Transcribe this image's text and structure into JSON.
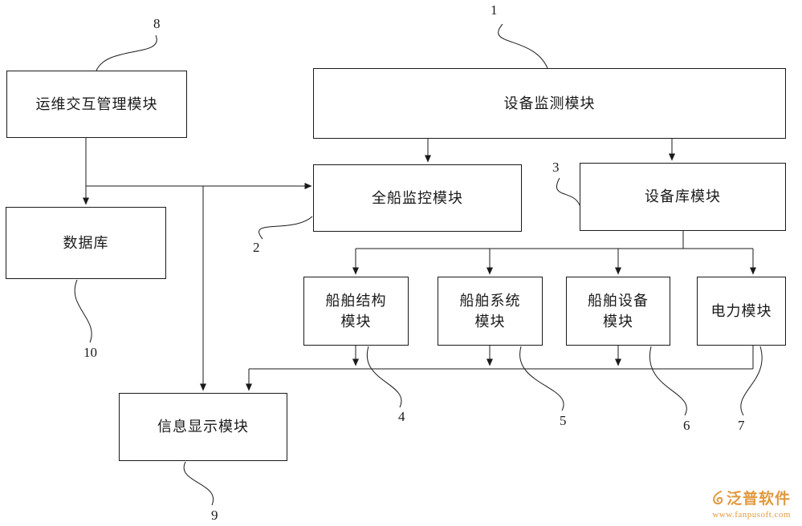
{
  "nodes": {
    "ops_mgmt": {
      "label": "运维交互管理模块",
      "ref": "8"
    },
    "device_monitor": {
      "label": "设备监测模块",
      "ref": "1"
    },
    "ship_monitor": {
      "label": "全船监控模块",
      "ref": "2"
    },
    "device_lib": {
      "label": "设备库模块",
      "ref": "3"
    },
    "database": {
      "label": "数据库",
      "ref": "10"
    },
    "ship_structure": {
      "label": "船舶结构\n模块",
      "ref": "4"
    },
    "ship_system": {
      "label": "船舶系统\n模块",
      "ref": "5"
    },
    "ship_equipment": {
      "label": "船舶设备\n模块",
      "ref": "6"
    },
    "power": {
      "label": "电力模块",
      "ref": "7"
    },
    "info_display": {
      "label": "信息显示模块",
      "ref": "9"
    }
  },
  "watermark": {
    "brand": "泛普软件",
    "url": "www.fanpusoft.com",
    "accent_color": "#e2993d"
  },
  "colors": {
    "line": "#1a1a1a",
    "box_border": "#1a1a1a",
    "text": "#1a1a1a",
    "background": "#ffffff"
  }
}
